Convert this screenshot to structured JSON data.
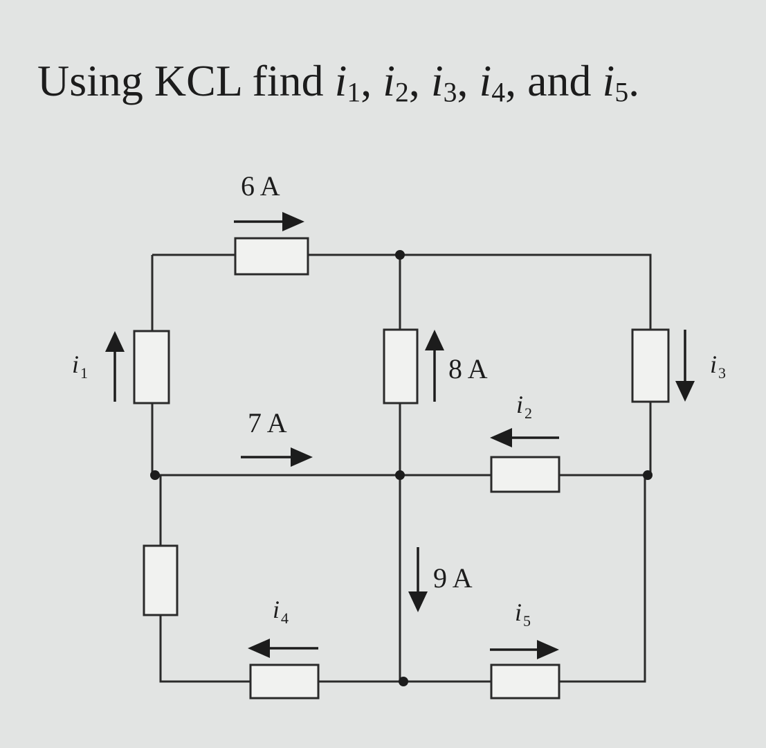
{
  "title": {
    "prefix": "Using KCL find ",
    "i": "i",
    "s1": "1",
    "sep1": ", ",
    "s2": "2",
    "sep2": ", ",
    "s3": "3",
    "sep3": ", ",
    "s4": "4",
    "sep4": ", and ",
    "s5": "5",
    "end": "."
  },
  "labels": {
    "a6": "6 A",
    "a7": "7 A",
    "a8": "8 A",
    "a9": "9 A",
    "i": "i",
    "sub1": "1",
    "sub2": "2",
    "sub3": "3",
    "sub4": "4",
    "sub5": "5"
  }
}
